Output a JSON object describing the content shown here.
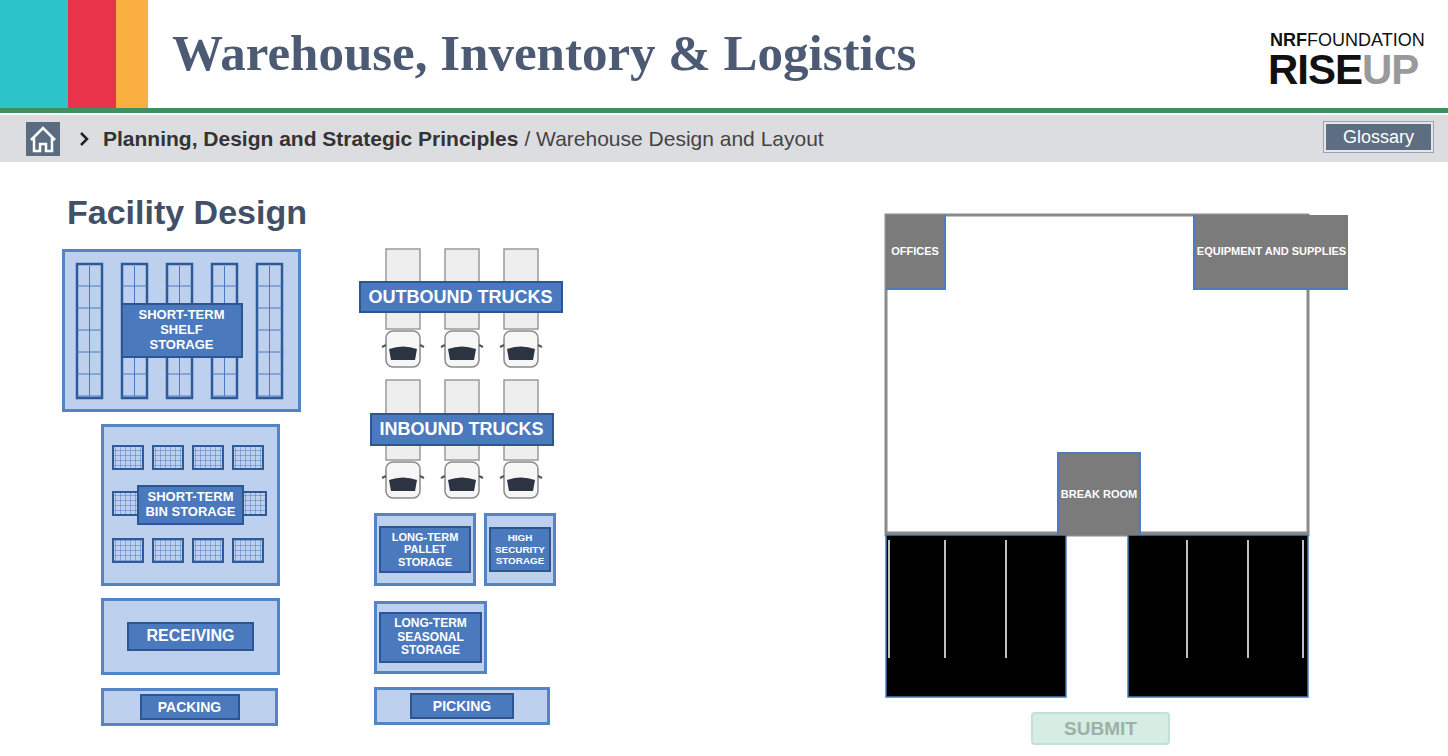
{
  "diagram": {
    "title": "Warehouse, Inventory & Logistics",
    "nodes": [
      {
        "text": [
          "Glossary"
        ]
      },
      {
        "text": [
          "SHORT-TERM SHELF STORAGE"
        ]
      },
      {
        "text": [
          "OUTBOUND TRUCKS"
        ]
      },
      {
        "text": [
          "SHORT-TERM BIN STORAGE"
        ]
      },
      {
        "text": [
          "INBOUND TRUCKS"
        ]
      },
      {
        "text": [
          "LONG-TERM PALLET STORAGE"
        ]
      },
      {
        "text": [
          "HIGH SECURITY STORAGE"
        ]
      },
      {
        "text": [
          "RECEIVING"
        ]
      },
      {
        "text": [
          "LONG-TERM SEASONAL STORAGE"
        ]
      },
      {
        "text": [
          "PACKING"
        ]
      },
      {
        "text": [
          "PICKING"
        ]
      },
      {
        "text": [
          "OFFICES"
        ]
      },
      {
        "text": [
          "EQUIPMENT AND SUPPLIES"
        ]
      },
      {
        "text": [
          "BREAK ROOM"
        ]
      },
      {
        "text": [
          "SUBMIT"
        ]
      }
    ],
    "labels": [
      "NRF",
      "FOUNDATION",
      "RISE",
      "UP",
      "Planning, Design and Strategic Principles",
      "/ Warehouse Design and Layout",
      "Facility Design"
    ]
  }
}
